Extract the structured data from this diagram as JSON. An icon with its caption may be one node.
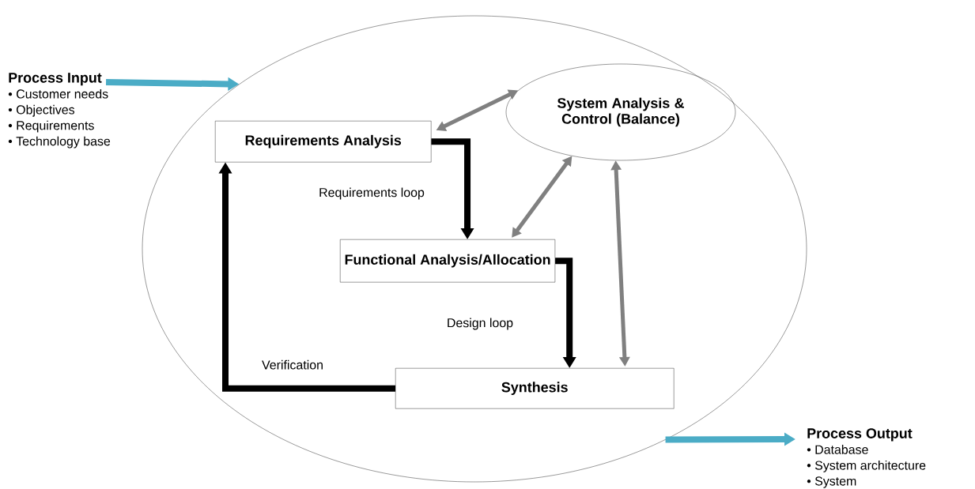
{
  "diagram": {
    "nodes": [
      {
        "text": [
          "Process Input",
          "• Customer needs",
          "• Objectives",
          "• Requirements",
          "• Technology base"
        ]
      },
      {
        "text": [],
        "shape": "ellipse"
      },
      {
        "text": [
          "System Analysis & Control (Balance)"
        ],
        "in": 1
      },
      {
        "text": [
          "Requirements Analysis"
        ],
        "in": 1
      },
      {
        "text": [
          "Functional Analysis/Allocation"
        ],
        "in": 1
      },
      {
        "text": [
          "Synthesis"
        ],
        "in": 1
      },
      {
        "text": [
          "Process Output",
          "• Database",
          "• System architecture",
          "• System"
        ]
      }
    ],
    "edges": [
      {
        "from": 0,
        "to": 1,
        "arrow": "to",
        "color": "#4bacc6"
      },
      {
        "from": 1,
        "to": 6,
        "arrow": "to",
        "color": "#4bacc6"
      },
      {
        "from": 3,
        "to": 4,
        "arrow": "to"
      },
      {
        "from": 4,
        "to": 5,
        "arrow": "to"
      },
      {
        "from": 5,
        "to": 3,
        "arrow": "to",
        "label": "Verification"
      },
      {
        "from": 2,
        "to": 3,
        "arrow": "both",
        "color": "#808080"
      },
      {
        "from": 2,
        "to": 4,
        "arrow": "both",
        "color": "#808080"
      },
      {
        "from": 2,
        "to": 5,
        "arrow": "both",
        "color": "#808080"
      }
    ],
    "labels": [
      "Requirements loop",
      "Design loop"
    ]
  }
}
